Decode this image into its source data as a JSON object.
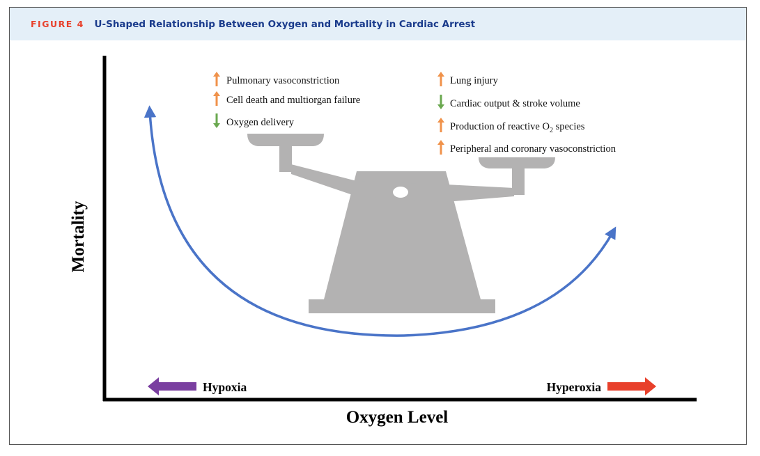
{
  "header": {
    "figure_label": "FIGURE 4",
    "title": "U-Shaped Relationship Between Oxygen and Mortality in Cardiac Arrest"
  },
  "axes": {
    "y_label": "Mortality",
    "x_label": "Oxygen Level"
  },
  "directions": {
    "left_label": "Hypoxia",
    "right_label": "Hyperoxia",
    "left_arrow_color": "#7a3fa0",
    "right_arrow_color": "#e8402b"
  },
  "hypoxia_effects": [
    {
      "text": "Pulmonary vasoconstriction",
      "direction": "up"
    },
    {
      "text": "Cell death and multiorgan failure",
      "direction": "up"
    },
    {
      "text": "Oxygen delivery",
      "direction": "down"
    }
  ],
  "hyperoxia_effects": [
    {
      "text": "Lung injury",
      "direction": "up"
    },
    {
      "text": "Cardiac output & stroke volume",
      "direction": "down"
    },
    {
      "text": "Production of reactive O",
      "subscript": "2",
      "suffix": " species",
      "direction": "up"
    },
    {
      "text": "Peripheral and coronary vasoconstriction",
      "direction": "up"
    }
  ],
  "colors": {
    "up_arrow": "#f0924a",
    "down_arrow": "#6aa84f",
    "curve": "#4a74c8",
    "scale": "#b3b2b2",
    "header_bg": "#e4eff8",
    "title_text": "#1a3b8c"
  }
}
